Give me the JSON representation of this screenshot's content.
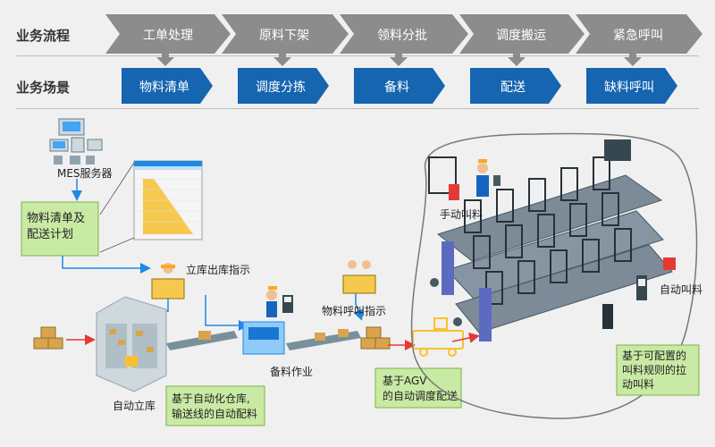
{
  "rows": {
    "process_label": "业务流程",
    "scenario_label": "业务场景"
  },
  "process_steps": [
    "工单处理",
    "原料下架",
    "领料分批",
    "调度搬运",
    "紧急呼叫"
  ],
  "scenario_steps": [
    "物料清单",
    "调度分拣",
    "备料",
    "配送",
    "缺料呼叫"
  ],
  "labels": {
    "mes_server": "MES服务器",
    "bom_plan": "物料清单及\n配送计划",
    "warehouse_out": "立库出库指示",
    "material_call": "物料呼叫指示",
    "auto_warehouse": "自动立库",
    "auto_warehouse_note": "基于自动化仓库,\n输送线的自动配料",
    "picking": "备料作业",
    "agv_note": "基于AGV\n的自动调度配送",
    "manual_call": "手动叫料",
    "auto_call": "自动叫料",
    "pull_note": "基于可配置的\n叫料规则的拉\n动叫料"
  },
  "colors": {
    "process_fill": "#8c8c8c",
    "scenario_fill": "#1565b0",
    "note_fill": "#c9eaa4",
    "note_border": "#7cb342",
    "flow_arrow": "#1e88e5",
    "red_arrow": "#e53935"
  }
}
